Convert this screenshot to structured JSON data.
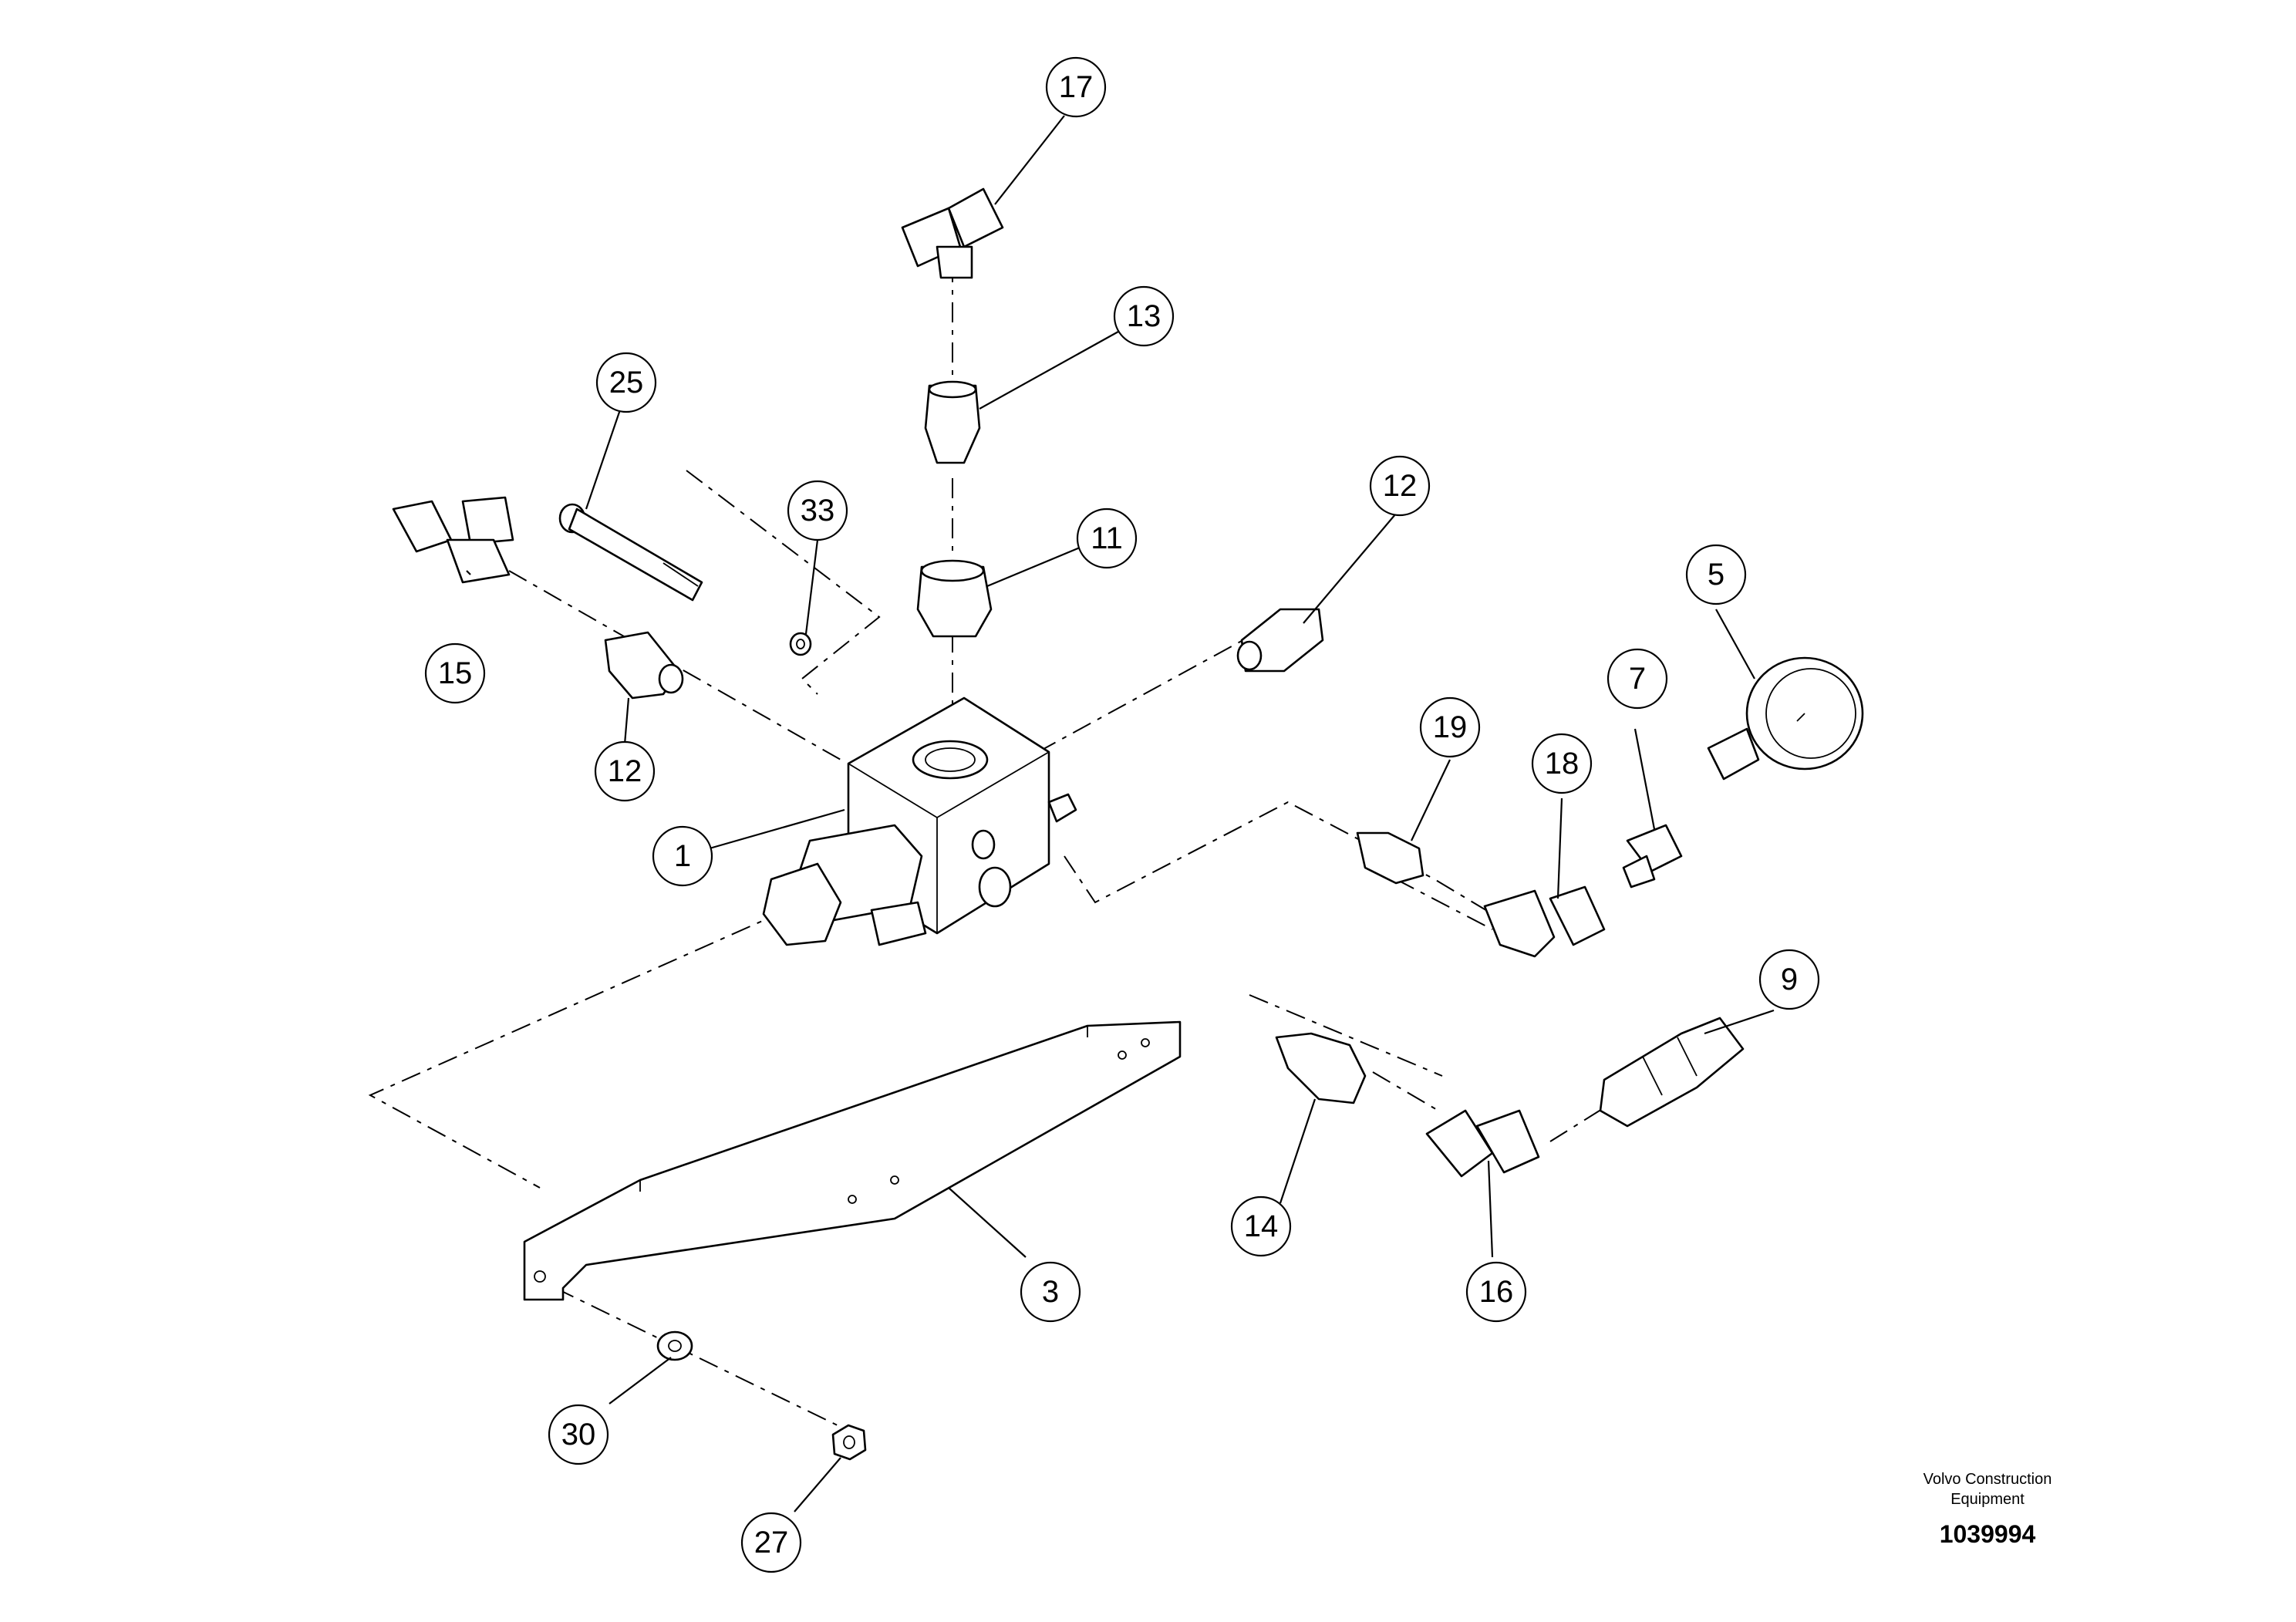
{
  "callouts": [
    "17",
    "13",
    "25",
    "33",
    "11",
    "12",
    "15",
    "12",
    "1",
    "5",
    "7",
    "19",
    "18",
    "9",
    "14",
    "16",
    "3",
    "30",
    "27"
  ],
  "footer": {
    "brand_line1": "Volvo Construction",
    "brand_line2": "Equipment",
    "document_number": "1039994"
  }
}
